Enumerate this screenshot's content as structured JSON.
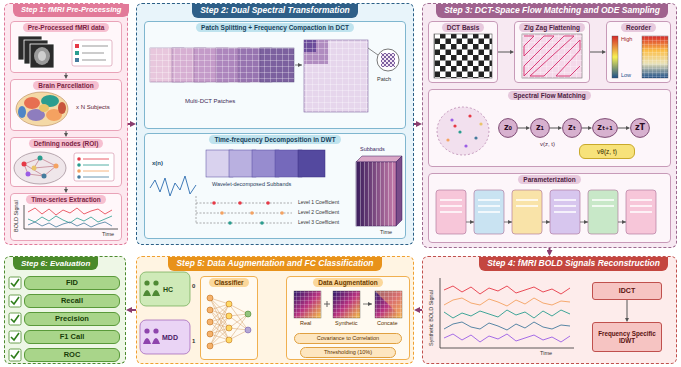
{
  "diagram": {
    "nodes": [
      {
        "text": [
          "Step 1: fMRI Pre-Processing"
        ]
      },
      {
        "text": [
          "Pre-Processed fMRI data"
        ],
        "in": 0
      },
      {
        "text": [
          "Brain Parcellation"
        ],
        "in": 0
      },
      {
        "text": [
          "Defining nodes (ROI)"
        ],
        "in": 0
      },
      {
        "text": [
          "Time-series Extraction"
        ],
        "in": 0
      },
      {
        "text": [
          "Step 2: Dual Spectral Transformation"
        ]
      },
      {
        "text": [
          "Patch Splitting + Frequency Compaction in DCT"
        ],
        "in": 5
      },
      {
        "text": [
          "Time-frequency Decomposition in DWT"
        ],
        "in": 5
      },
      {
        "text": [
          "Step 3: DCT-Space Flow Matching and ODE Sampling"
        ]
      },
      {
        "text": [
          "DCT Basis"
        ],
        "in": 8
      },
      {
        "text": [
          "Zig Zag Flattening"
        ],
        "in": 8
      },
      {
        "text": [
          "Reorder"
        ],
        "in": 8
      },
      {
        "text": [
          "Spectral Flow Matching"
        ],
        "in": 8
      },
      {
        "text": [
          "z₀"
        ],
        "in": 12
      },
      {
        "text": [
          "z₁"
        ],
        "in": 12
      },
      {
        "text": [
          "zₜ"
        ],
        "in": 12
      },
      {
        "text": [
          "zₜ₊₁"
        ],
        "in": 12
      },
      {
        "text": [
          "zT"
        ],
        "in": 12
      },
      {
        "text": [
          "vθ(z, t)"
        ],
        "in": 12
      },
      {
        "text": [
          "Parameterization"
        ],
        "in": 8
      },
      {
        "text": [
          "Step 6: Evaluation"
        ]
      },
      {
        "text": [
          "FID"
        ],
        "in": 20
      },
      {
        "text": [
          "Recall"
        ],
        "in": 20
      },
      {
        "text": [
          "Precision"
        ],
        "in": 20
      },
      {
        "text": [
          "F1 Call"
        ],
        "in": 20
      },
      {
        "text": [
          "ROC"
        ],
        "in": 20
      },
      {
        "text": [
          "Step 5: Data Augmentation and FC Classification"
        ]
      },
      {
        "text": [
          "Classifier"
        ],
        "in": 26
      },
      {
        "text": [
          "Data Augmentation"
        ],
        "in": 26
      },
      {
        "text": [
          "Covariance to Correlation"
        ],
        "in": 28
      },
      {
        "text": [
          "Thresholding (10%)"
        ],
        "in": 28
      },
      {
        "text": [
          "Step 4: fMRI BOLD Signals Reconstruction"
        ]
      },
      {
        "text": [
          "IDCT"
        ],
        "in": 31
      },
      {
        "text": [
          "Frequency Specific IDWT"
        ],
        "in": 31
      }
    ],
    "edges": [
      {
        "from": 0,
        "to": 5,
        "arrow": "to"
      },
      {
        "from": 5,
        "to": 8,
        "arrow": "to"
      },
      {
        "from": 8,
        "to": 31,
        "arrow": "to"
      },
      {
        "from": 31,
        "to": 26,
        "arrow": "to"
      },
      {
        "from": 26,
        "to": 20,
        "arrow": "to"
      },
      {
        "from": 1,
        "to": 2,
        "arrow": "to"
      },
      {
        "from": 2,
        "to": 3,
        "arrow": "to"
      },
      {
        "from": 3,
        "to": 4,
        "arrow": "to"
      },
      {
        "from": 9,
        "to": 10,
        "arrow": "to"
      },
      {
        "from": 10,
        "to": 11,
        "arrow": "to"
      },
      {
        "from": 13,
        "to": 14,
        "arrow": "to"
      },
      {
        "from": 14,
        "to": 15,
        "arrow": "to"
      },
      {
        "from": 15,
        "to": 16,
        "arrow": "to"
      },
      {
        "from": 16,
        "to": 17,
        "arrow": "to"
      },
      {
        "from": 32,
        "to": 33,
        "arrow": "to"
      }
    ],
    "labels": [
      "x N Subjects",
      "BOLD Signal",
      "Time",
      "Multi-DCT Patches",
      "Patch",
      "x(n)",
      "Wavelet-decomposed Subbands",
      "Level 1 Coefficient",
      "Level 2 Coefficient",
      "Level 3 Coefficient",
      "Subbands",
      "Time",
      "High",
      "Low",
      "v(z, t)",
      "Synthetic BOLD Signal",
      "Time",
      "HC",
      "MDD",
      "0",
      "1",
      "Real",
      "Synthetic",
      "Concate"
    ]
  }
}
